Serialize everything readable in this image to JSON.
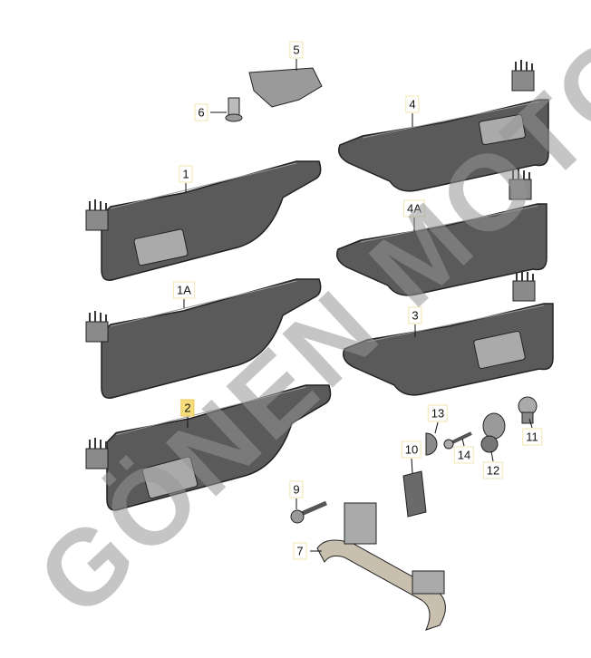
{
  "watermark": "GÖNEN MOTORS",
  "labels": {
    "p1": "1",
    "p1a": "1A",
    "p2": "2",
    "p3": "3",
    "p4": "4",
    "p4a": "4A",
    "p5": "5",
    "p6": "6",
    "p7": "7",
    "p9": "9",
    "p10": "10",
    "p11": "11",
    "p12": "12",
    "p13": "13",
    "p14": "14"
  },
  "colors": {
    "visor": "#5a5a5a",
    "outline": "#2a2a2a",
    "highlight": "#f7dd7a"
  }
}
